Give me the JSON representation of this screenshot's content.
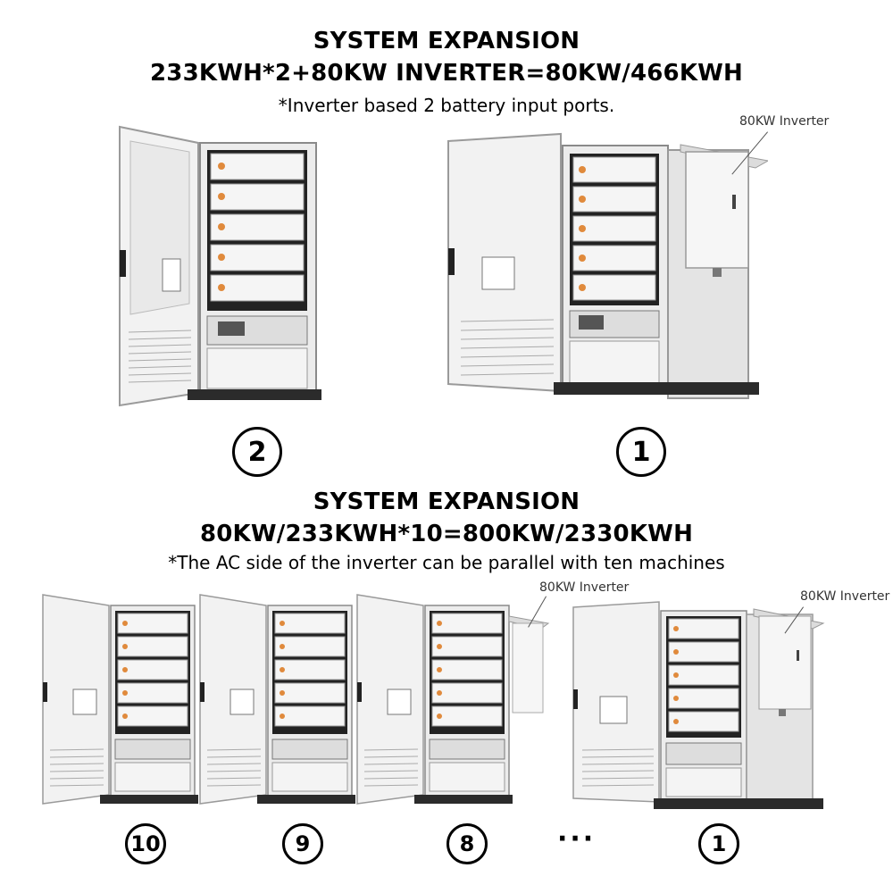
{
  "top": {
    "title": "SYSTEM EXPANSION",
    "formula": "233KWH*2+80KW INVERTER=80KW/466KWH",
    "note": "*Inverter based 2 battery input ports.",
    "inverter_label": "80KW Inverter",
    "markers": [
      "2",
      "1"
    ]
  },
  "bottom": {
    "title": "SYSTEM EXPANSION",
    "formula": "80KW/233KWH*10=800KW/2330KWH",
    "note": "*The AC side of the inverter can be parallel with ten machines",
    "inverter_label_a": "80KW Inverter",
    "inverter_label_b": "80KW Inverter",
    "markers": [
      "10",
      "9",
      "8",
      "1"
    ],
    "ellipsis": "···"
  },
  "icons": {
    "cabinet": "battery-cabinet-icon",
    "inverter": "inverter-box-icon",
    "battery_module": "battery-module-icon",
    "bms": "control-unit-icon"
  },
  "colors": {
    "cabinet_body": "#ececec",
    "cabinet_outline": "#8a8a8a",
    "accent_orange": "#e08a3c",
    "base": "#2b2b2b"
  }
}
